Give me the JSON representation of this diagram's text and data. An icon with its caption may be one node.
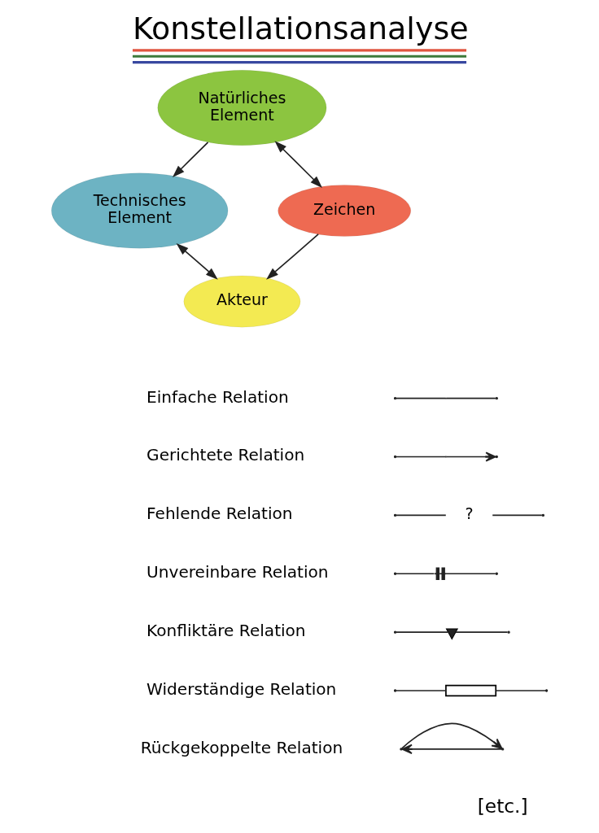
{
  "diagram": {
    "title": "Konstellationsanalyse",
    "nodes": [
      {
        "text": [
          "Natürliches Element"
        ]
      },
      {
        "text": [
          "Technisches Element"
        ]
      },
      {
        "text": [
          "Zeichen"
        ]
      },
      {
        "text": [
          "Akteur"
        ]
      }
    ],
    "edges": [
      {
        "from": 0,
        "to": 1,
        "arrow": "to"
      },
      {
        "from": 0,
        "to": 2,
        "arrow": "both"
      },
      {
        "from": 1,
        "to": 3,
        "arrow": "both"
      },
      {
        "from": 2,
        "to": 3,
        "arrow": "to"
      }
    ],
    "labels": [
      "?",
      "[etc.]"
    ],
    "legend": [
      {
        "text": "Einfache Relation"
      },
      {
        "text": "Gerichtete Relation"
      },
      {
        "text": "Fehlende Relation"
      },
      {
        "text": "Unvereinbare Relation"
      },
      {
        "text": "Konfliktäre Relation"
      },
      {
        "text": "Widerständige Relation"
      },
      {
        "text": "Rückgekoppelte Relation"
      }
    ]
  }
}
